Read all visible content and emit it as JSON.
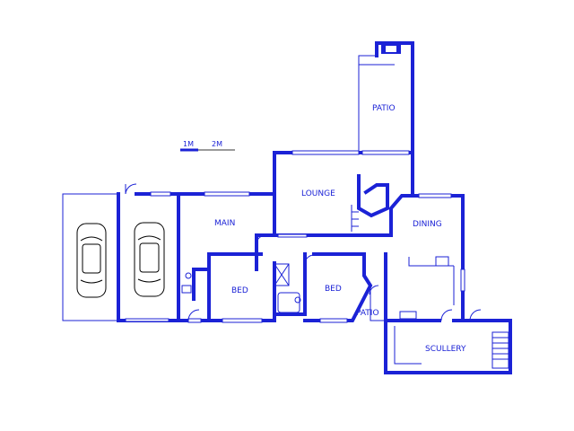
{
  "scale_bar": {
    "label_1": "1M",
    "label_2": "2M"
  },
  "rooms": {
    "patio_top": "PATIO",
    "lounge": "LOUNGE",
    "main": "MAIN",
    "dining": "DINING",
    "bed_left": "BED",
    "bed_right": "BED",
    "patio_small": "PATIO",
    "scullery": "SCULLERY"
  },
  "colors": {
    "wall": "#1b22d6",
    "car": "#000000",
    "background": "#ffffff"
  }
}
